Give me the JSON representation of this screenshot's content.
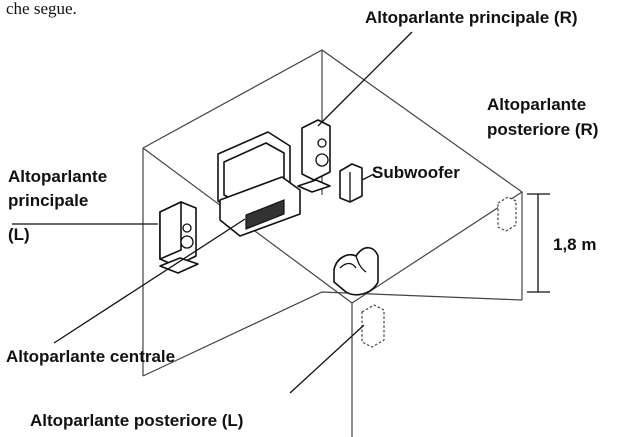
{
  "diagram": {
    "intro_fragment": "che segue.",
    "labels": {
      "front_right": "Altoparlante principale (R)",
      "rear_right_line1": "Altoparlante",
      "rear_right_line2": "posteriore (R)",
      "subwoofer": "Subwoofer",
      "front_left_line1": "Altoparlante",
      "front_left_line2": "principale",
      "front_left_line3": "(L)",
      "height": "1,8 m",
      "center": "Altoparlante centrale",
      "rear_left": "Altoparlante posteriore (L)"
    }
  }
}
